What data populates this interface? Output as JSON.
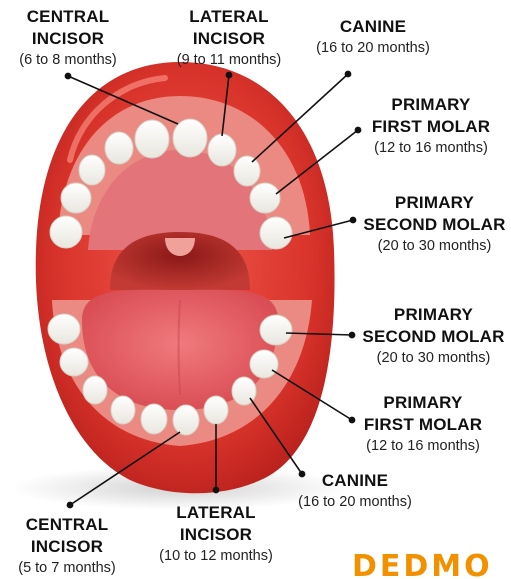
{
  "labels": {
    "top_central": {
      "name": [
        "CENTRAL",
        "INCISOR"
      ],
      "age": "(6 to 8 months)"
    },
    "top_lateral": {
      "name": [
        "LATERAL",
        "INCISOR"
      ],
      "age": "(9 to 11 months)"
    },
    "top_canine": {
      "name": [
        "CANINE"
      ],
      "age": "(16 to 20 months)"
    },
    "top_first_molar": {
      "name": [
        "PRIMARY",
        "FIRST MOLAR"
      ],
      "age": "(12 to 16 months)"
    },
    "top_second_molar": {
      "name": [
        "PRIMARY",
        "SECOND MOLAR"
      ],
      "age": "(20 to 30 months)"
    },
    "bottom_second_molar": {
      "name": [
        "PRIMARY",
        "SECOND MOLAR"
      ],
      "age": "(20 to 30 months)"
    },
    "bottom_first_molar": {
      "name": [
        "PRIMARY",
        "FIRST MOLAR"
      ],
      "age": "(12 to 16 months)"
    },
    "bottom_canine": {
      "name": [
        "CANINE"
      ],
      "age": "(16 to 20 months)"
    },
    "bottom_lateral": {
      "name": [
        "LATERAL",
        "INCISOR"
      ],
      "age": "(10 to 12 months)"
    },
    "bottom_central": {
      "name": [
        "CENTRAL",
        "INCISOR"
      ],
      "age": "(5 to 7 months)"
    }
  },
  "logo": {
    "text": "DEDMO"
  },
  "colors": {
    "lip": "#d9342b",
    "gum": "#ea8a82",
    "tongue": "#e85f66",
    "tooth": "#fbfbf7",
    "logo": "#f29100"
  }
}
